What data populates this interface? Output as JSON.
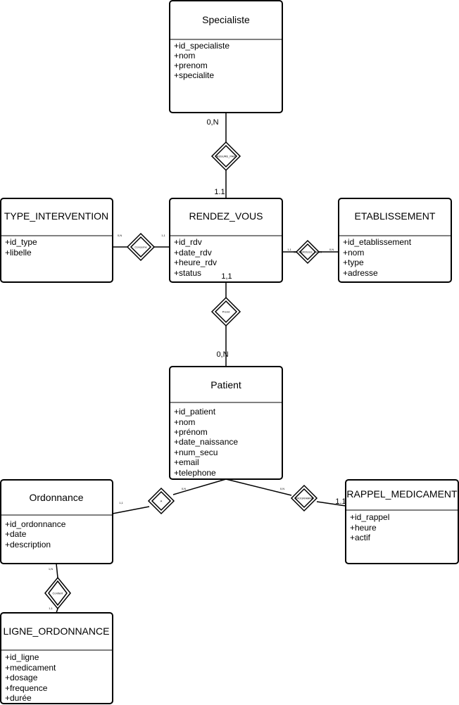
{
  "entities": {
    "specialiste": {
      "title": "Specialiste",
      "attrs": [
        "+id_specialiste",
        "+nom",
        "+prenom",
        "+specialite"
      ]
    },
    "type_intervention": {
      "title": "TYPE_INTERVENTION",
      "attrs": [
        "+id_type",
        "+libelle"
      ]
    },
    "rendez_vous": {
      "title": "RENDEZ_VOUS",
      "attrs": [
        "+id_rdv",
        "+date_rdv",
        "+heure_rdv",
        "+status"
      ]
    },
    "etablissement": {
      "title": "ETABLISSEMENT",
      "attrs": [
        "+id_etablissement",
        "+nom",
        "+type",
        "+adresse"
      ]
    },
    "patient": {
      "title": "Patient",
      "attrs": [
        "+id_patient",
        "+nom",
        "+prénom",
        "+date_naissance",
        "+num_secu",
        "+email",
        "+telephone"
      ]
    },
    "ordonnance": {
      "title": "Ordonnance",
      "attrs": [
        "+id_ordonnance",
        "+date",
        "+description"
      ]
    },
    "rappel_medicament": {
      "title": "RAPPEL_MEDICAMENT",
      "attrs": [
        "+id_rappel",
        "+heure",
        "+actif"
      ]
    },
    "ligne_ordonnance": {
      "title": "LIGNE_ORDONNANCE",
      "attrs": [
        "+id_ligne",
        "+medicament",
        "+dosage",
        "+frequence",
        "+durée"
      ]
    }
  },
  "relationships": {
    "assure": {
      "label": "ASSURE_PAR"
    },
    "concerne": {
      "label": "Concerne"
    },
    "situe": {
      "label": "SE_DEROULE_DANS"
    },
    "prend": {
      "label": "Prend"
    },
    "a": {
      "label": "A"
    },
    "programme": {
      "label": "PROGRAMME"
    },
    "contient": {
      "label": "Contient"
    }
  },
  "cardinalities": {
    "spec_top": "0,N",
    "spec_bottom": "1.1",
    "type_left": "0,N",
    "type_right": "1,1",
    "etab_left": "1,1",
    "etab_right": "0,N",
    "rdv_bottom": "1,1",
    "patient_top": "0,N",
    "ord_right": "1,1",
    "pat_left": "0,N",
    "pat_right": "0,N",
    "rappel_left": "1.1",
    "ord_bottom": "1,N",
    "ligne_top": "1,1"
  }
}
